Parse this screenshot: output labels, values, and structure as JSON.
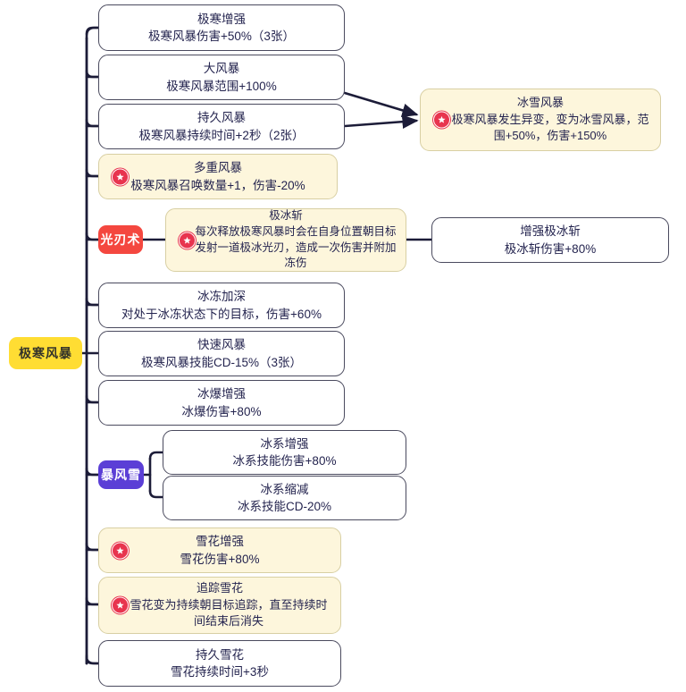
{
  "diagram": {
    "type": "skill-tree",
    "root": {
      "id": "root",
      "label": "极寒风暴",
      "style": "root-pill",
      "color": "#ffdd33"
    },
    "colors": {
      "root_pill": "#ffdd33",
      "red_pill": "#f4473f",
      "purple_pill": "#5b3fd6",
      "special_card_bg": "#fdf6dc",
      "special_card_border": "#d8cfa3",
      "card_bg": "#ffffff",
      "card_border": "#4a4a5e",
      "text": "#24244f",
      "edge": "#1c1c38",
      "star_badge": "#e8344e"
    },
    "nodes": [
      {
        "id": "n1",
        "title": "极寒增强",
        "desc": "极寒风暴伤害+50%（3张）",
        "special": false,
        "star": false
      },
      {
        "id": "n2",
        "title": "大风暴",
        "desc": "极寒风暴范围+100%",
        "special": false,
        "star": false
      },
      {
        "id": "n3",
        "title": "持久风暴",
        "desc": "极寒风暴持续时间+2秒（2张）",
        "special": false,
        "star": false
      },
      {
        "id": "n4",
        "title": "多重风暴",
        "desc": "极寒风暴召唤数量+1，伤害-20%",
        "special": true,
        "star": true
      },
      {
        "id": "n5",
        "title": "光刃术",
        "desc": "",
        "special": false,
        "star": false,
        "pill": "red"
      },
      {
        "id": "n6",
        "title": "极冰斩",
        "desc": "每次释放极寒风暴时会在自身位置朝目标发射一道极冰光刃，造成一次伤害并附加冻伤",
        "special": true,
        "star": true
      },
      {
        "id": "n7",
        "title": "冰冻加深",
        "desc": "对处于冰冻状态下的目标，伤害+60%",
        "special": false,
        "star": false
      },
      {
        "id": "n8",
        "title": "快速风暴",
        "desc": "极寒风暴技能CD-15%（3张）",
        "special": false,
        "star": false
      },
      {
        "id": "n9",
        "title": "冰爆增强",
        "desc": "冰爆伤害+80%",
        "special": false,
        "star": false
      },
      {
        "id": "n10",
        "title": "暴风雪",
        "desc": "",
        "special": false,
        "star": false,
        "pill": "purple"
      },
      {
        "id": "n11",
        "title": "冰系增强",
        "desc": "冰系技能伤害+80%",
        "special": false,
        "star": false
      },
      {
        "id": "n12",
        "title": "冰系缩减",
        "desc": "冰系技能CD-20%",
        "special": false,
        "star": false
      },
      {
        "id": "n13",
        "title": "雪花增强",
        "desc": "雪花伤害+80%",
        "special": true,
        "star": true
      },
      {
        "id": "n14",
        "title": "追踪雪花",
        "desc": "雪花变为持续朝目标追踪，直至持续时间结束后消失",
        "special": true,
        "star": true
      },
      {
        "id": "n15",
        "title": "持久雪花",
        "desc": "雪花持续时间+3秒",
        "special": false,
        "star": false
      },
      {
        "id": "n16",
        "title": "冰雪风暴",
        "desc": "极寒风暴发生异变，变为冰雪风暴，范围+50%，伤害+150%",
        "special": true,
        "star": true
      },
      {
        "id": "n17",
        "title": "增强极冰斩",
        "desc": "极冰斩伤害+80%",
        "special": false,
        "star": false
      }
    ]
  }
}
